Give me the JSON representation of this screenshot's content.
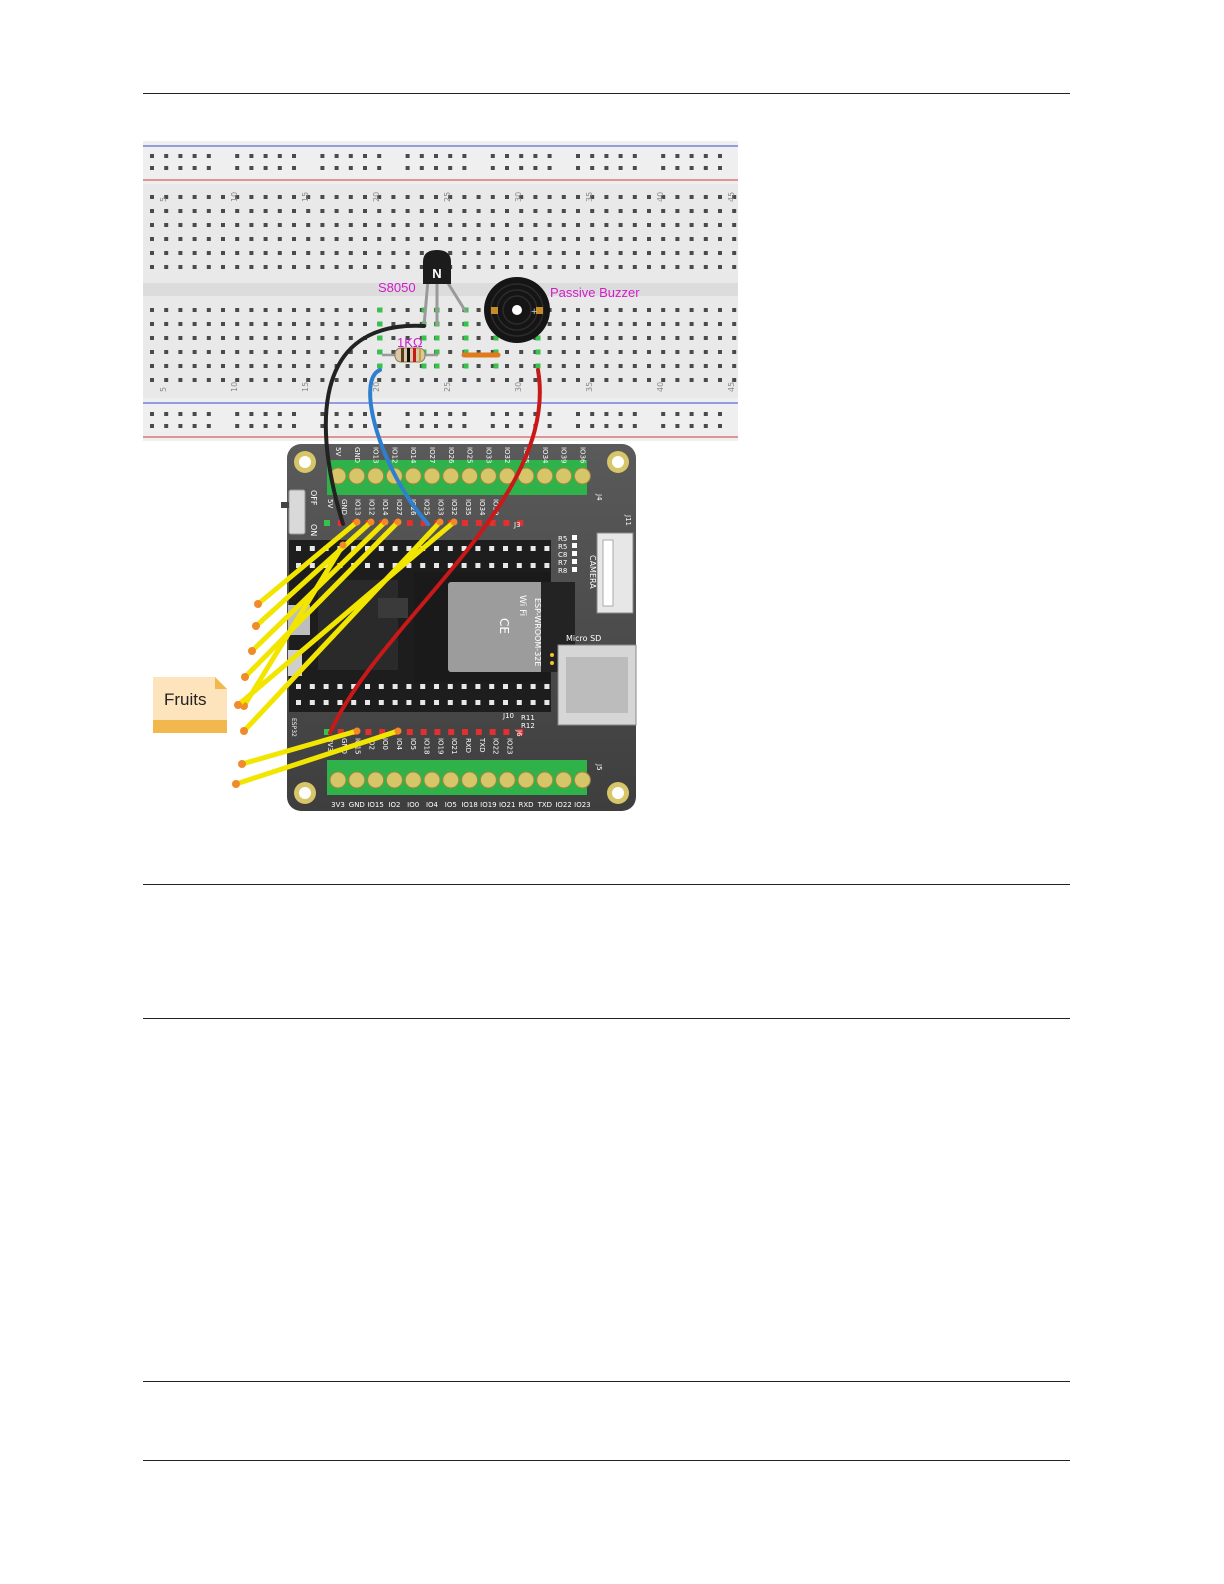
{
  "diagram": {
    "labels": {
      "transistor": "S8050",
      "transistor_mark": "N",
      "resistor": "1KΩ",
      "buzzer": "Passive Buzzer",
      "fruits": "Fruits"
    },
    "breadboard": {
      "column_numbers_top": [
        "5",
        "10",
        "15",
        "20",
        "25",
        "30",
        "35",
        "40",
        "45"
      ],
      "column_numbers_bottom": [
        "5",
        "10",
        "15",
        "20",
        "25",
        "30",
        "35",
        "40",
        "45"
      ]
    },
    "board": {
      "switch_off": "OFF",
      "switch_on": "ON",
      "top_terminal_labels": [
        "5V",
        "GND",
        "IO13",
        "IO12",
        "IO14",
        "IO27",
        "IO26",
        "IO25",
        "IO33",
        "IO32",
        "IO35",
        "IO34",
        "IO39",
        "IO36"
      ],
      "top_header_labels": [
        "5V",
        "GND",
        "IO13",
        "IO12",
        "IO14",
        "IO27",
        "IO26",
        "IO25",
        "IO33",
        "IO32",
        "IO35",
        "IO34",
        "IO39"
      ],
      "bottom_terminal_labels": [
        "3V3",
        "GND",
        "IO15",
        "IO2",
        "IO0",
        "IO4",
        "IO5",
        "IO18",
        "IO19",
        "IO21",
        "RXD",
        "TXD",
        "IO22",
        "IO23"
      ],
      "bottom_header_labels": [
        "3V3",
        "GND",
        "IO15",
        "IO2",
        "IO0",
        "IO4",
        "IO5",
        "IO18",
        "IO19",
        "IO21",
        "RXD",
        "TXD",
        "IO22",
        "IO23"
      ],
      "connector_j4": "J4",
      "connector_j3": "J3",
      "connector_j5": "J5",
      "connector_j6": "J6",
      "connector_j10": "J10",
      "connector_j11": "J11",
      "resistors_right": [
        "R5",
        "R5",
        "C8",
        "R7",
        "R8"
      ],
      "resistors_lower": [
        "R11",
        "R12"
      ],
      "camera": "CAMERA",
      "micro_sd": "Micro SD",
      "module_name": "ESP-WROOM-32E",
      "wifi": "Wi Fi",
      "ce": "CE",
      "board_code": "ESP32"
    },
    "colors": {
      "wire_black": "#222222",
      "wire_blue": "#2f7fd0",
      "wire_red": "#c81818",
      "wire_yellow": "#f2e600",
      "label_magenta": "#d21ccc",
      "terminal_green": "#2fb24a",
      "board_gray": "#4a4a4a",
      "breadboard": "#e8e8e8"
    }
  }
}
